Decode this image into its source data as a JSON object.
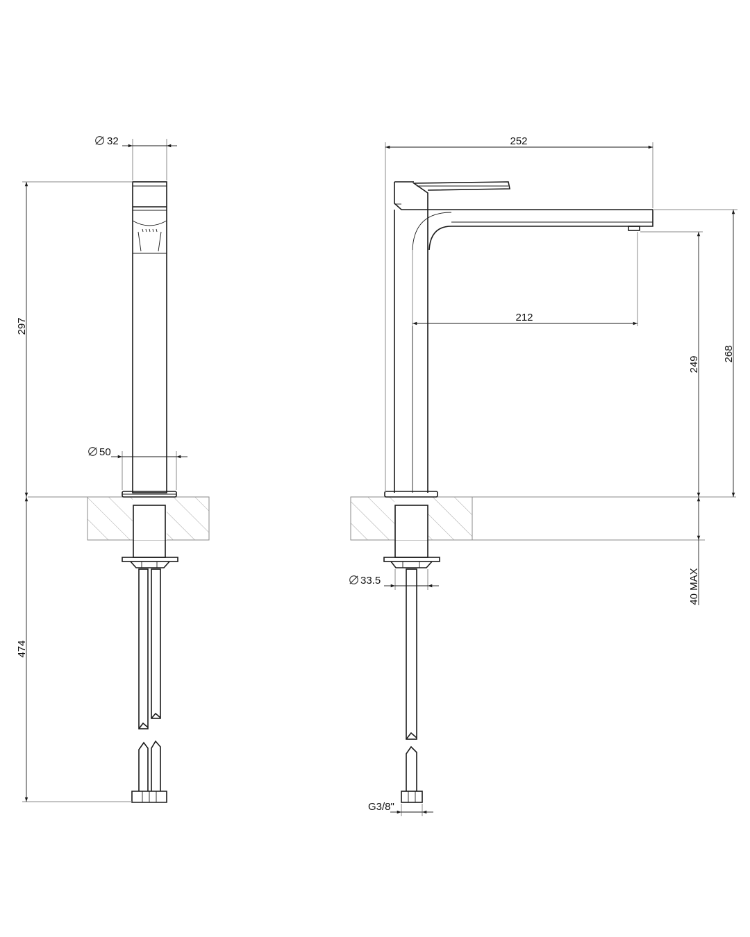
{
  "dimensions": {
    "front_body_diameter": "32",
    "front_height": "297",
    "front_base_diameter": "50",
    "front_hose_length": "474",
    "side_overall_length": "252",
    "side_spout_reach": "212",
    "side_outlet_height": "249",
    "side_total_height": "268",
    "side_mount_thickness": "40 MAX",
    "side_shank_diameter": "33.5",
    "side_thread": "G3/8\""
  },
  "colors": {
    "line": "#1a1a1a",
    "hatch": "#9a9a9a",
    "background": "#ffffff"
  }
}
